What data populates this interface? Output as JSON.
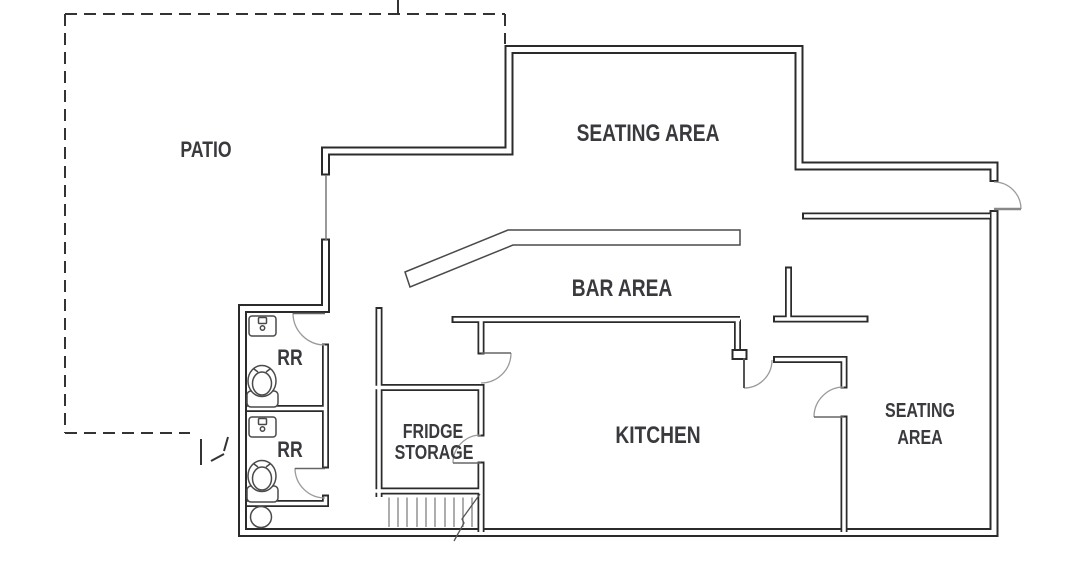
{
  "labels": {
    "patio": "PATIO",
    "seating_top": "SEATING AREA",
    "bar": "BAR AREA",
    "kitchen": "KITCHEN",
    "fridge_line1": "FRIDGE",
    "fridge_line2": "STORAGE",
    "seating_right_line1": "SEATING",
    "seating_right_line2": "AREA",
    "rr_top": "RR",
    "rr_bottom": "RR"
  },
  "icons": {
    "sink": "sink-icon",
    "toilet": "toilet-icon",
    "stairs": "stairs-icon",
    "door_swing": "door-swing-icon",
    "floor_drain": "floor-drain-icon",
    "bar_counter": "bar-counter"
  },
  "colors": {
    "wall": "#2b2b2b",
    "label_text": "#3a3a3e",
    "fixture_line": "#4a4a4a",
    "door_arc": "#9a9a9a",
    "background": "#ffffff"
  }
}
